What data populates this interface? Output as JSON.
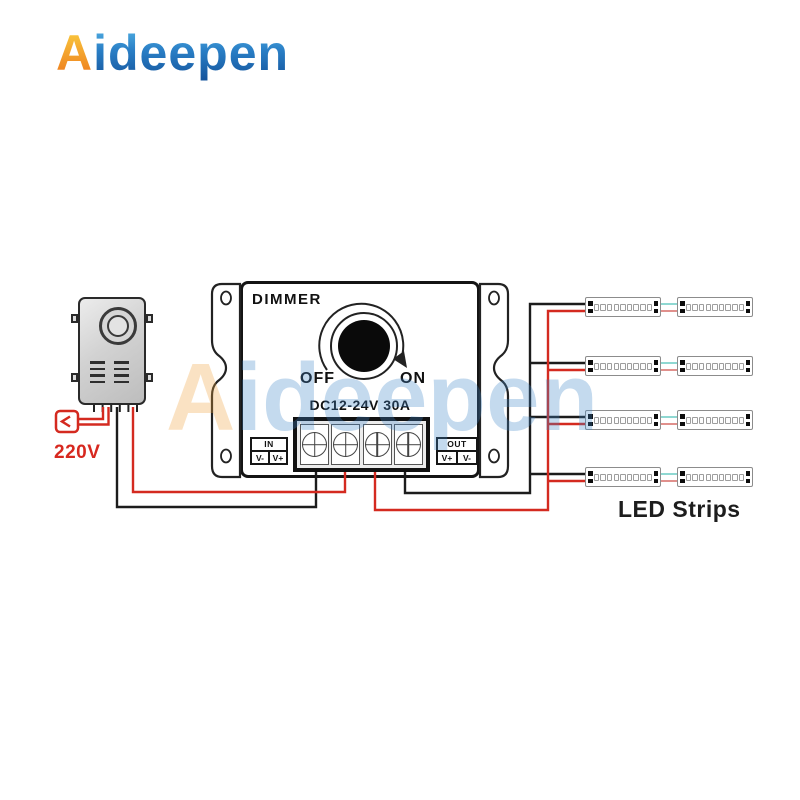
{
  "logo": {
    "text": "Aideepen",
    "part_a": "A",
    "part_rest": "ideepen"
  },
  "watermark": {
    "text": "Aideepen",
    "part_a": "A",
    "part_rest": "ideepen"
  },
  "power_supply": {
    "label_220v": "220V"
  },
  "dimmer": {
    "title": "DIMMER",
    "off": "OFF",
    "on": "ON",
    "rating": "DC12-24V 30A",
    "in_label": "IN",
    "in_neg": "V-",
    "in_pos": "V+",
    "out_label": "OUT",
    "out_pos": "V+",
    "out_neg": "V-"
  },
  "led_strips": {
    "label": "LED Strips",
    "rows": 4,
    "segments_per_row": 2,
    "leds_per_segment": 9
  },
  "colors": {
    "wire_red": "#d42a20",
    "wire_black": "#1c1c1c",
    "link_cyan": "#8fd8d2",
    "link_red": "#e0908c",
    "label_red": "#d7281f",
    "logo_orange": "#f0a33c",
    "logo_blue": "#2a7fc6"
  }
}
